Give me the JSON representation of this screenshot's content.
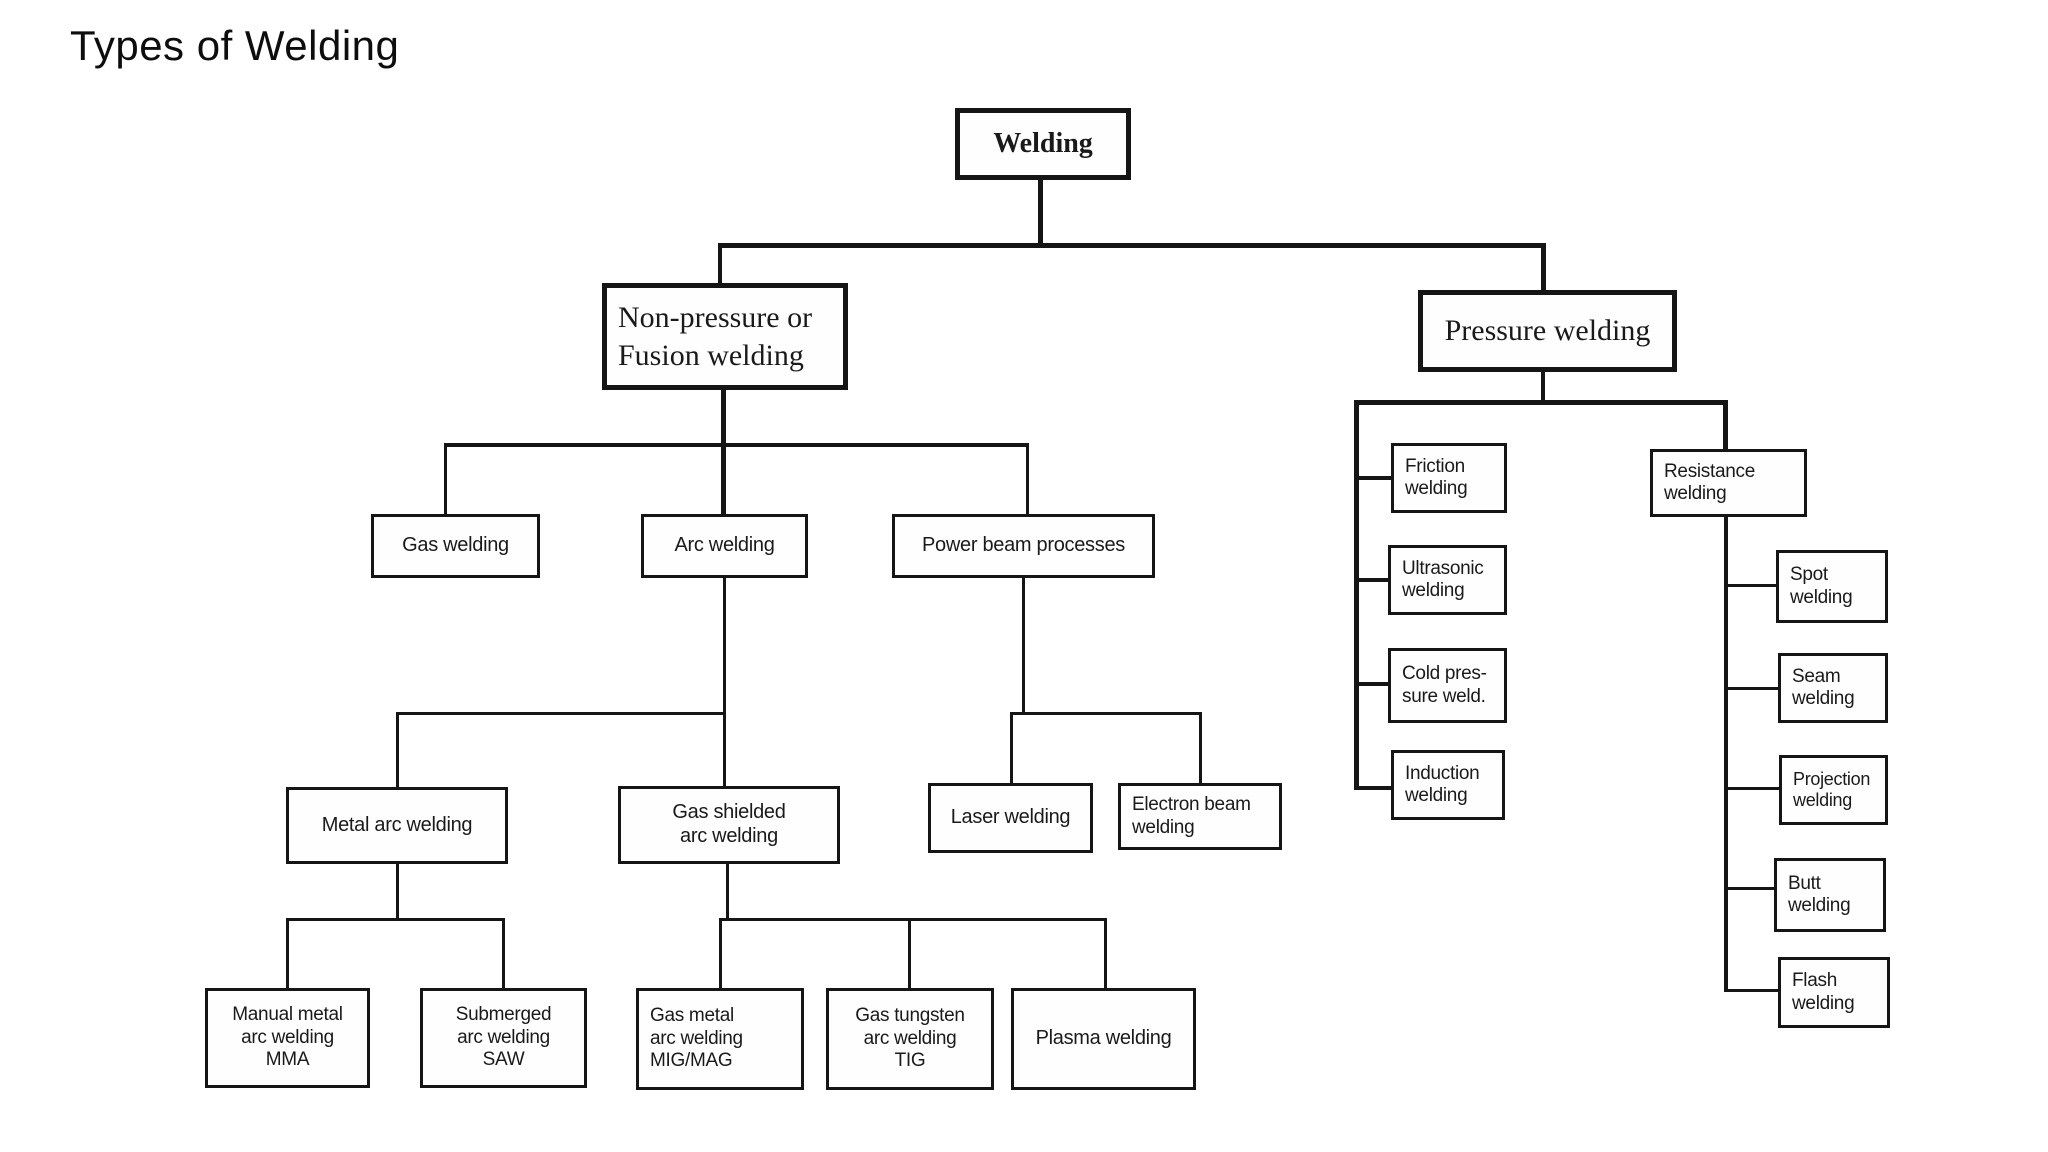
{
  "title": "Types of Welding",
  "diagram": {
    "root": {
      "label": "Welding"
    },
    "branches": {
      "non_pressure": {
        "label": "Non-pressure or\nFusion welding"
      },
      "pressure": {
        "label": "Pressure welding"
      }
    },
    "nodes": {
      "gas_welding": {
        "label": "Gas welding"
      },
      "arc_welding": {
        "label": "Arc welding"
      },
      "power_beam": {
        "label": "Power beam processes"
      },
      "metal_arc": {
        "label": "Metal arc welding"
      },
      "gas_shielded": {
        "label": "Gas shielded\narc welding"
      },
      "laser": {
        "label": "Laser welding"
      },
      "electron_beam": {
        "label": "Electron beam\nwelding"
      },
      "manual_metal": {
        "label": "Manual metal\narc welding\nMMA"
      },
      "submerged": {
        "label": "Submerged\narc welding\nSAW"
      },
      "gas_metal": {
        "label": "Gas metal\narc welding\nMIG/MAG"
      },
      "gas_tungsten": {
        "label": "Gas tungsten\narc welding\nTIG"
      },
      "plasma": {
        "label": "Plasma welding"
      },
      "friction": {
        "label": "Friction\nwelding"
      },
      "ultrasonic": {
        "label": "Ultrasonic\nwelding"
      },
      "cold_pressure": {
        "label": "Cold pres-\nsure weld."
      },
      "induction": {
        "label": "Induction\nwelding"
      },
      "resistance": {
        "label": "Resistance\nwelding"
      },
      "spot": {
        "label": "Spot\nwelding"
      },
      "seam": {
        "label": "Seam\nwelding"
      },
      "projection": {
        "label": "Projection\nwelding"
      },
      "butt": {
        "label": "Butt\nwelding"
      },
      "flash": {
        "label": "Flash\nwelding"
      }
    },
    "line_color": "#151515",
    "background_color": "#ffffff"
  }
}
